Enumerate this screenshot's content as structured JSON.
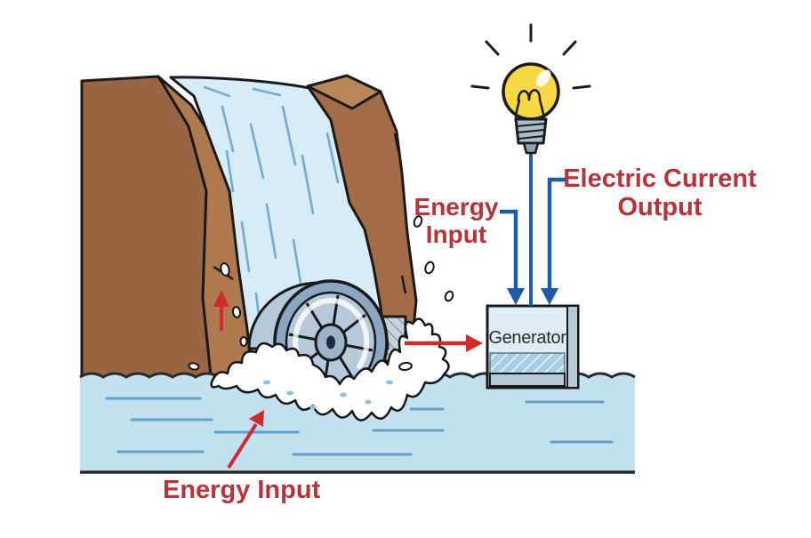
{
  "title": "Hydropower energy conversion diagram",
  "labels": {
    "energy_input_top_line1": "Energy",
    "energy_input_top_line2": "Input",
    "electric_output_line1": "Electric Current",
    "electric_output_line2": "Output",
    "energy_input_bottom": "Energy Input",
    "generator": "Generator"
  },
  "icons": [
    "light-bulb-icon",
    "bulb-rays-icon",
    "wire-line",
    "water-wheel-icon",
    "wheel-housing",
    "waterfall-icon",
    "cliff-icon",
    "rock-spur-icon",
    "splash-icon",
    "water-body",
    "generator-box-icon",
    "blue-down-arrow",
    "red-arrow"
  ],
  "colors": {
    "label_red": "#b5333a",
    "arrow_red": "#cf2a30",
    "arrow_blue": "#1e5ca8",
    "water": "#c3e0ee",
    "water_line": "#5f9fc9",
    "waterfall": "#d8ecf7",
    "waterfall_streak": "#74aad2",
    "rock_dark": "#996644",
    "rock_light": "#af7a4f",
    "wheel_face": "#b7c9db",
    "wheel_rim": "#8ba6c2",
    "housing": "#b6c9dc",
    "generator_fill": "#dfecf4",
    "generator_band": "#b5c9d6",
    "generator_hatch": "#a6cee5",
    "bulb_yellow": "#f6d844",
    "bulb_base": "#aabdca",
    "outline": "#1a1a1a",
    "splash": "#ffffff"
  }
}
